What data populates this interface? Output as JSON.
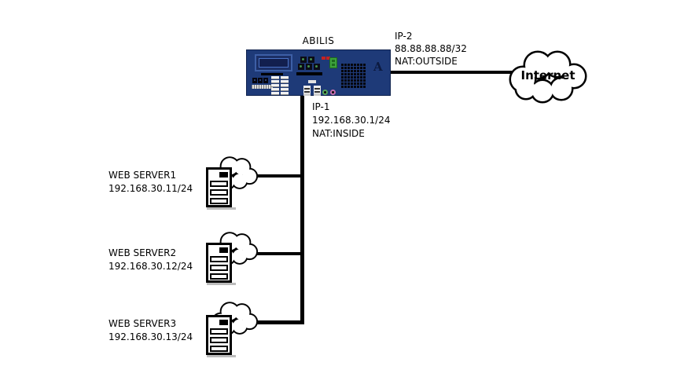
{
  "diagram": {
    "device": {
      "name": "ABILIS",
      "logo": "A"
    },
    "wan_interface": {
      "name": "IP-2",
      "address": "88.88.88.88/32",
      "nat": "NAT:OUTSIDE"
    },
    "lan_interface": {
      "name": "IP-1",
      "address": "192.168.30.1/24",
      "nat": "NAT:INSIDE"
    },
    "internet": {
      "label": "Internet"
    },
    "servers": [
      {
        "label": "WEB SERVER1",
        "address": "192.168.30.11/24"
      },
      {
        "label": "WEB SERVER2",
        "address": "192.168.30.12/24"
      },
      {
        "label": "WEB SERVER3",
        "address": "192.168.30.13/24"
      }
    ],
    "colors": {
      "device_body": "#1e3a78",
      "line": "#000000",
      "led_red": "#c32222",
      "connector_green": "#3da13d"
    }
  }
}
